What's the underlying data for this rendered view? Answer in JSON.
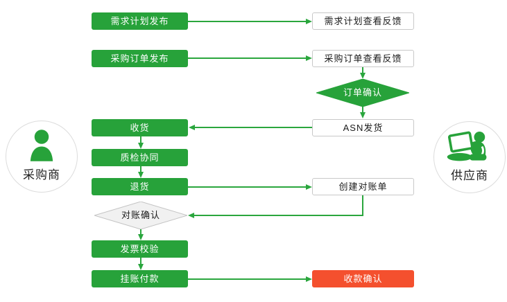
{
  "palette": {
    "green": "#27A23A",
    "arrow_green": "#2AA63D",
    "red": "#F4502E",
    "white_box_border": "#C8C8C8",
    "gray_diamond_fill": "#F1F1F1",
    "gray_diamond_border": "#C3C3C3",
    "circle_border": "#DCDCDC",
    "dark_text": "#1A1A1A"
  },
  "actors": {
    "buyer": {
      "label": "采购商",
      "icon": "person-icon"
    },
    "supplier": {
      "label": "供应商",
      "icon": "person-laptop-icon"
    }
  },
  "nodes": {
    "demand_plan_publish": {
      "label": "需求计划发布",
      "type": "process-green"
    },
    "demand_plan_feedback": {
      "label": "需求计划查看反馈",
      "type": "process-white"
    },
    "po_publish": {
      "label": "采购订单发布",
      "type": "process-green"
    },
    "po_feedback": {
      "label": "采购订单查看反馈",
      "type": "process-white"
    },
    "order_confirm": {
      "label": "订单确认",
      "type": "decision-green"
    },
    "receive_goods": {
      "label": "收货",
      "type": "process-green"
    },
    "asn_ship": {
      "label": "ASN发货",
      "type": "process-white"
    },
    "quality_check": {
      "label": "质检协同",
      "type": "process-green"
    },
    "return_goods": {
      "label": "退货",
      "type": "process-green"
    },
    "create_statement": {
      "label": "创建对账单",
      "type": "process-white"
    },
    "statement_confirm": {
      "label": "对账确认",
      "type": "decision-gray"
    },
    "invoice_verify": {
      "label": "发票校验",
      "type": "process-green"
    },
    "book_payment": {
      "label": "挂账付款",
      "type": "process-green"
    },
    "payment_confirm": {
      "label": "收款确认",
      "type": "process-red"
    }
  },
  "edges": [
    {
      "from": "demand_plan_publish",
      "to": "demand_plan_feedback"
    },
    {
      "from": "po_publish",
      "to": "po_feedback"
    },
    {
      "from": "po_feedback",
      "to": "order_confirm"
    },
    {
      "from": "order_confirm",
      "to": "asn_ship"
    },
    {
      "from": "asn_ship",
      "to": "receive_goods"
    },
    {
      "from": "receive_goods",
      "to": "quality_check"
    },
    {
      "from": "quality_check",
      "to": "return_goods"
    },
    {
      "from": "return_goods",
      "to": "create_statement"
    },
    {
      "from": "create_statement",
      "to": "statement_confirm"
    },
    {
      "from": "statement_confirm",
      "to": "invoice_verify"
    },
    {
      "from": "invoice_verify",
      "to": "book_payment"
    },
    {
      "from": "book_payment",
      "to": "payment_confirm"
    }
  ]
}
